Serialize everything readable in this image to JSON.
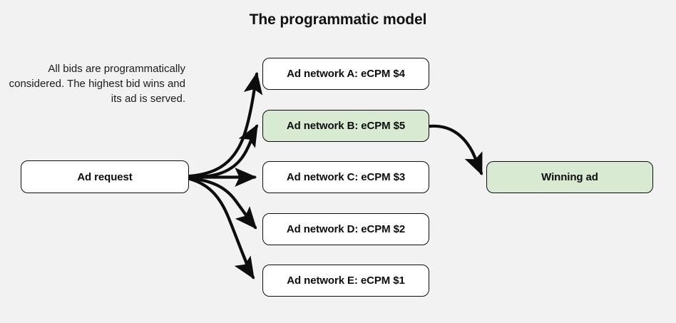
{
  "page": {
    "title": "The programmatic model",
    "background_color": "#f2f2f2"
  },
  "description": {
    "text": "All bids are programmatically considered. The highest bid wins and its ad is served."
  },
  "colors": {
    "node_fill": "#ffffff",
    "highlight_fill": "#d9ead3",
    "stroke": "#0d0d0d",
    "text": "#111111"
  },
  "nodes": {
    "request": {
      "label": "Ad request",
      "highlighted": false
    },
    "networks": [
      {
        "label": "Ad network A: eCPM $4",
        "network": "A",
        "ecpm": 4,
        "highlighted": false
      },
      {
        "label": "Ad network B: eCPM $5",
        "network": "B",
        "ecpm": 5,
        "highlighted": true
      },
      {
        "label": "Ad network C: eCPM $3",
        "network": "C",
        "ecpm": 3,
        "highlighted": false
      },
      {
        "label": "Ad network D: eCPM $2",
        "network": "D",
        "ecpm": 2,
        "highlighted": false
      },
      {
        "label": "Ad network E: eCPM $1",
        "network": "E",
        "ecpm": 1,
        "highlighted": false
      }
    ],
    "winning": {
      "label": "Winning ad",
      "highlighted": true
    }
  },
  "edges": [
    {
      "from": "request",
      "to": "network-a",
      "style": "curved-arrow"
    },
    {
      "from": "request",
      "to": "network-b",
      "style": "curved-arrow"
    },
    {
      "from": "request",
      "to": "network-c",
      "style": "straight-arrow"
    },
    {
      "from": "request",
      "to": "network-d",
      "style": "curved-arrow"
    },
    {
      "from": "request",
      "to": "network-e",
      "style": "curved-arrow"
    },
    {
      "from": "network-b",
      "to": "winning",
      "style": "curved-arrow"
    }
  ]
}
